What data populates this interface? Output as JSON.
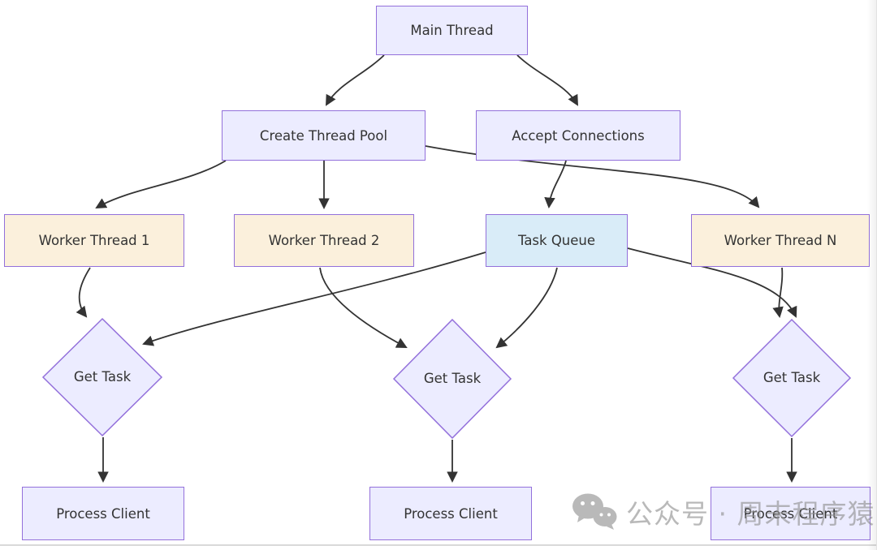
{
  "diagram": {
    "type": "flowchart",
    "nodes": {
      "main": {
        "label": "Main Thread",
        "shape": "rect",
        "fill": "#ECECFF"
      },
      "create_pool": {
        "label": "Create Thread Pool",
        "shape": "rect",
        "fill": "#ECECFF"
      },
      "accept": {
        "label": "Accept Connections",
        "shape": "rect",
        "fill": "#ECECFF"
      },
      "worker1": {
        "label": "Worker Thread 1",
        "shape": "rect",
        "fill": "#FBF0DC"
      },
      "worker2": {
        "label": "Worker Thread 2",
        "shape": "rect",
        "fill": "#FBF0DC"
      },
      "task_queue": {
        "label": "Task Queue",
        "shape": "rect",
        "fill": "#D9ECF8"
      },
      "workerN": {
        "label": "Worker Thread N",
        "shape": "rect",
        "fill": "#FBF0DC"
      },
      "get_task1": {
        "label": "Get Task",
        "shape": "diamond",
        "fill": "#ECECFF"
      },
      "get_task2": {
        "label": "Get Task",
        "shape": "diamond",
        "fill": "#ECECFF"
      },
      "get_task3": {
        "label": "Get Task",
        "shape": "diamond",
        "fill": "#ECECFF"
      },
      "process1": {
        "label": "Process Client",
        "shape": "rect",
        "fill": "#ECECFF"
      },
      "process2": {
        "label": "Process Client",
        "shape": "rect",
        "fill": "#ECECFF"
      },
      "process3": {
        "label": "Process Client",
        "shape": "rect",
        "fill": "#ECECFF"
      }
    },
    "edges": [
      {
        "from": "Main Thread",
        "to": "Create Thread Pool"
      },
      {
        "from": "Main Thread",
        "to": "Accept Connections"
      },
      {
        "from": "Create Thread Pool",
        "to": "Worker Thread 1"
      },
      {
        "from": "Create Thread Pool",
        "to": "Worker Thread 2"
      },
      {
        "from": "Create Thread Pool",
        "to": "Worker Thread N"
      },
      {
        "from": "Accept Connections",
        "to": "Task Queue"
      },
      {
        "from": "Worker Thread 1",
        "to": "Get Task (1)"
      },
      {
        "from": "Task Queue",
        "to": "Get Task (1)"
      },
      {
        "from": "Worker Thread 2",
        "to": "Get Task (2)"
      },
      {
        "from": "Task Queue",
        "to": "Get Task (2)"
      },
      {
        "from": "Worker Thread N",
        "to": "Get Task (3)"
      },
      {
        "from": "Task Queue",
        "to": "Get Task (3)"
      },
      {
        "from": "Get Task (1)",
        "to": "Process Client (1)"
      },
      {
        "from": "Get Task (2)",
        "to": "Process Client (2)"
      },
      {
        "from": "Get Task (3)",
        "to": "Process Client (3)"
      }
    ],
    "colors": {
      "node_border": "#9370DB",
      "lavender_fill": "#ECECFF",
      "worker_fill": "#FBF0DC",
      "queue_fill": "#D9ECF8",
      "edge_stroke": "#333333",
      "text": "#333333"
    }
  },
  "watermark": {
    "icon": "wechat-icon",
    "text": "公众号 · 周末程序猿",
    "color": "#8f8f8f"
  }
}
